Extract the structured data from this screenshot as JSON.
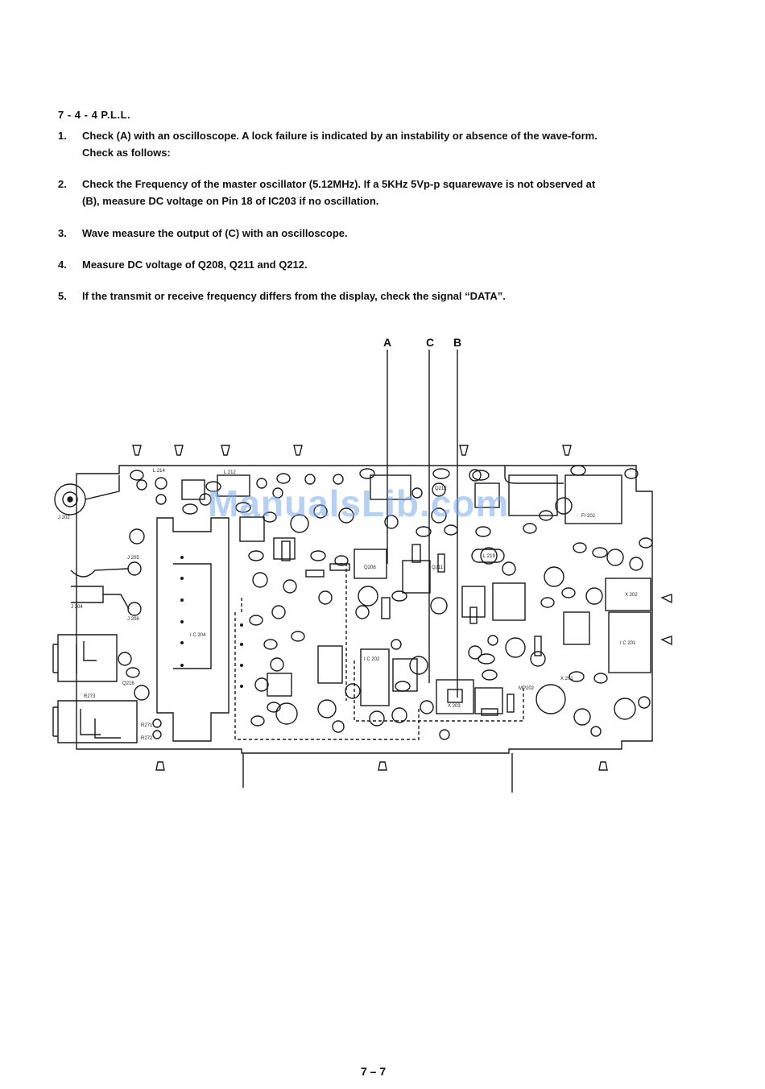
{
  "section": {
    "title": "7 - 4 - 4   P.L.L."
  },
  "steps": [
    {
      "num": "1.",
      "text": "Check (A) with an oscilloscope. A lock failure is indicated by an instability or absence of the wave-form. Check as follows:"
    },
    {
      "num": "2.",
      "text": "Check the Frequency of the master oscillator (5.12MHz).  If a 5KHz 5Vp-p squarewave is not observed at (B), measure DC voltage on Pin 18 of IC203 if no oscillation."
    },
    {
      "num": "3.",
      "text": "Wave measure the output of (C) with an oscilloscope."
    },
    {
      "num": "4.",
      "text": "Measure DC voltage of Q208, Q211 and Q212."
    },
    {
      "num": "5.",
      "text": "If the transmit or receive frequency differs from the display, check the signal “DATA”."
    }
  ],
  "probes": {
    "a": "A",
    "c": "C",
    "b": "B"
  },
  "board_labels": {
    "j202": "J 202",
    "j205": "J 205",
    "j204": "J 204",
    "j206": "J 206",
    "l214": "L 214",
    "l212": "L 212",
    "ic204": "I C 204",
    "ic202": "I C 202",
    "ic201": "I C 201",
    "fi202": "FI 202",
    "x202": "X 202",
    "x203": "X 203",
    "x201": "X 201",
    "l219": "L 219",
    "q208": "Q208",
    "q211": "Q211",
    "q212": "Q212",
    "q216": "Q216",
    "r271": "R271",
    "r272": "R272",
    "r273": "R273",
    "mp202": "MP202"
  },
  "watermark": "ManualsLib.com",
  "page_number": "7 – 7"
}
